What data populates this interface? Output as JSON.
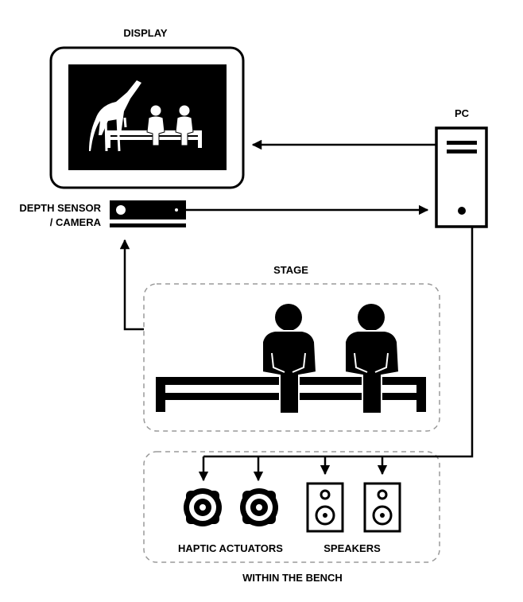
{
  "labels": {
    "display": "DISPLAY",
    "pc": "PC",
    "depth_sensor_line1": "DEPTH SENSOR",
    "depth_sensor_line2": "/ CAMERA",
    "stage": "STAGE",
    "haptic_actuators": "HAPTIC ACTUATORS",
    "speakers": "SPEAKERS",
    "within_bench": "WITHIN THE BENCH"
  },
  "icons": {
    "display": "monitor-icon",
    "giraffe": "giraffe-icon",
    "pc": "pc-tower-icon",
    "camera": "depth-camera-icon",
    "person": "seated-person-icon",
    "bench": "bench-icon",
    "haptic": "haptic-actuator-icon",
    "speaker": "speaker-icon"
  },
  "colors": {
    "ink": "#000000",
    "dashed_border": "#9a9a9a",
    "background": "#ffffff"
  }
}
